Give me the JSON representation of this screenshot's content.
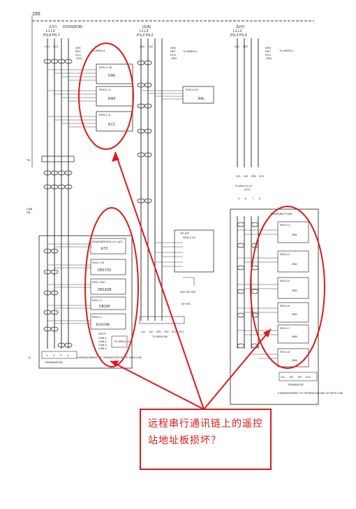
{
  "diagram": {
    "top_bus_labels": {
      "left": "(L/C)",
      "left_code": "DOSS(RCB)",
      "left_terms": "L1    L2",
      "left_ps": "PS-8  PS-7",
      "mid": "(G/A)",
      "mid_terms": "L1    L2",
      "mid_ps": "PS-2  PS-2",
      "right": "(G/V)",
      "right_terms": "L1    L2",
      "right_ps": "PS-3  PS-4"
    },
    "left_group": {
      "wire_labels": [
        "LC1",
        "LC2",
        "DR1",
        "RET",
        "DC1",
        "+30V"
      ],
      "to_area": "TO AREA 3",
      "stations": [
        {
          "head": "RSS-C-36",
          "name": "DH6"
        },
        {
          "head": "RSS-C-4",
          "name": "EM3"
        },
        {
          "head": "RSS-C-5",
          "name": "EC1"
        }
      ],
      "termination_box": "TB",
      "cab_label": "CAB",
      "cab_num": "DB",
      "lower_stations": [
        {
          "head": "RSS(EMERGENCY)-C-6(T)",
          "name": "ET3"
        },
        {
          "head": "RSS-C-7/8",
          "name": "DB17/31"
        },
        {
          "head": "RSS-C-38/7",
          "name": "DB13/38"
        },
        {
          "head": "RSS-C-9",
          "name": "DB15P"
        },
        {
          "head": "RSS-D-1",
          "name": "ELEV3A"
        }
      ],
      "sub_labels": [
        "SSCP",
        "CAB-1",
        "CAB-2",
        "CAB-3",
        "CAB-4"
      ],
      "to_area_b": "TO AREA 18",
      "terminator": "TERMINATOR",
      "term_nums": [
        "1",
        "2",
        "3",
        "4"
      ],
      "j_label": "J1",
      "note": "# ARRANGEMENT OF TERMINATOR END OF EACH LINE"
    },
    "mid_group": {
      "wire_labels": [
        "LA1",
        "LA2",
        "DR2",
        "RET",
        "DC2",
        "+30V"
      ],
      "to_area": "TO AREA 3",
      "station": {
        "head": "RSS-H-51",
        "name": "R4L"
      },
      "sp_sip": "SP-SIP",
      "sp_head": "RSS-C-67",
      "w_o": "W/O SP-SIP",
      "w_h": "W/ HIS",
      "bottom_terms": [
        "LA1",
        "LA2",
        "DR1",
        "DR2",
        "DC2",
        "DC3"
      ],
      "to_area_b": "TO AREA 18A"
    },
    "right_group": {
      "wire_labels": [
        "LE1",
        "LE2",
        "DR3",
        "RET",
        "DC3",
        "+30V"
      ],
      "to_area": "TO AREA 2",
      "bottom_wires": [
        "LE1",
        "LE2",
        "DR3",
        "DC3"
      ],
      "to_area_mid": "TO AREA 22,24",
      "gv": "(G/V)",
      "cab_nums": [
        "5",
        "6",
        "7",
        "8"
      ],
      "cabinet": "NAME(BUTTON)",
      "stations": [
        {
          "head": "RSS-D-3",
          "name": "HB1"
        },
        {
          "head": "RSS-D-4",
          "name": "HB2"
        },
        {
          "head": "RSS-D-5",
          "name": "HB3"
        },
        {
          "head": "RSS-D-6",
          "name": "HB4"
        },
        {
          "head": "RSS-D-7",
          "name": "HB5"
        },
        {
          "head": "RSS-D-8",
          "name": "HB6"
        }
      ],
      "terminator": "TERMINATOR",
      "bottom_terms": [
        "LE1",
        "LE2",
        "RA",
        "DC3"
      ],
      "note": "# ARRANGEMENT OF TERMINATOR END OF EACH LINE"
    },
    "left_margin_label": "TB"
  },
  "annotation": {
    "text": "远程串行通讯链上的遥控站地址板损坏？",
    "color": "#e01818"
  }
}
